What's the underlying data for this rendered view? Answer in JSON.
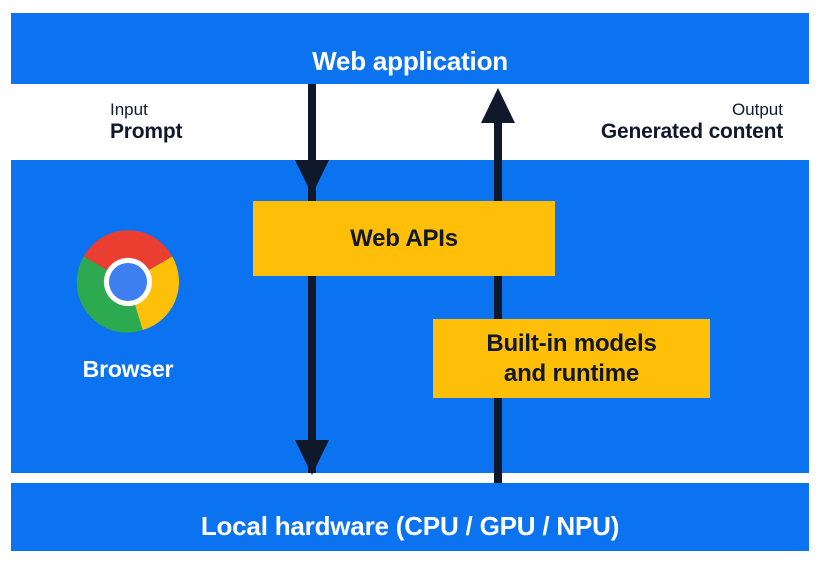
{
  "diagram": {
    "title_top": "Web application",
    "title_bottom": "Local hardware (CPU / GPU / NPU)",
    "bands": {
      "top_label": "Web application",
      "middle_label": "Browser",
      "bottom_label": "Local hardware (CPU / GPU / NPU)"
    },
    "flows": {
      "input": {
        "kind": "Input",
        "value": "Prompt"
      },
      "output": {
        "kind": "Output",
        "value": "Generated content"
      }
    },
    "boxes": [
      {
        "id": "web-apis",
        "lines": [
          "Web APIs"
        ]
      },
      {
        "id": "built-in-models",
        "lines": [
          "Built-in models",
          "and runtime"
        ]
      }
    ],
    "browser": {
      "label": "Browser",
      "icon": "chrome-logo-icon"
    },
    "icons": {
      "arrow_down": "arrow-down-icon",
      "arrow_up": "arrow-up-icon"
    },
    "colors": {
      "band_blue": "#0b73f0",
      "box_amber": "#ffbe07",
      "ink_navy": "#10182c",
      "text_white": "#ffffff",
      "background": "#ffffff",
      "chrome_red": "#ea3e30",
      "chrome_yellow": "#fcc008",
      "chrome_green": "#2da94f",
      "chrome_blue": "#3d7ff0"
    }
  }
}
